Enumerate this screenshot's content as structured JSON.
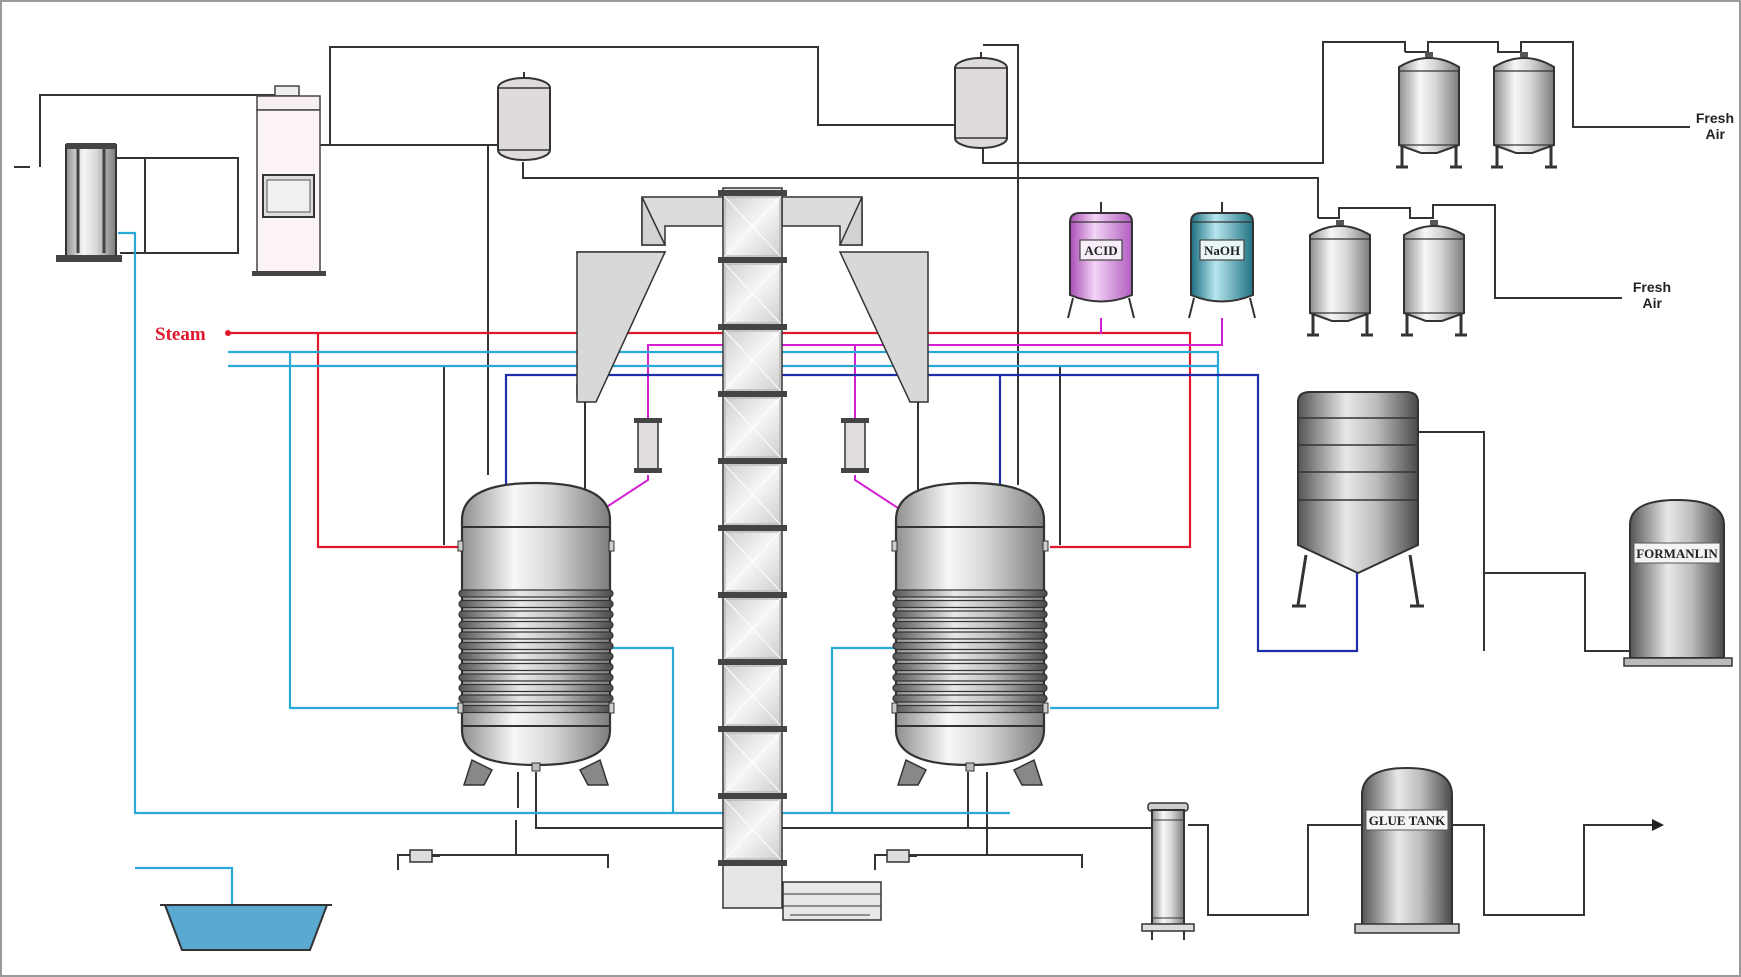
{
  "labels": {
    "steam": "Steam",
    "fresh_air_1_line1": "Fresh",
    "fresh_air_1_line2": "Air",
    "fresh_air_2_line1": "Fresh",
    "fresh_air_2_line2": "Air",
    "acid": "ACID",
    "naoh": "NaOH",
    "formalin": "FORMANLIN",
    "glue_tank": "GLUE TANK"
  },
  "colors": {
    "steam_line": "#e0182d",
    "cooling_water_line": "#29a9d6",
    "blue_line": "#1d2ea8",
    "chemical_line": "#d21fd4",
    "acid_tank": "#d77be0",
    "naoh_tank": "#2d96a8",
    "water_basin": "#5aa9d0"
  }
}
